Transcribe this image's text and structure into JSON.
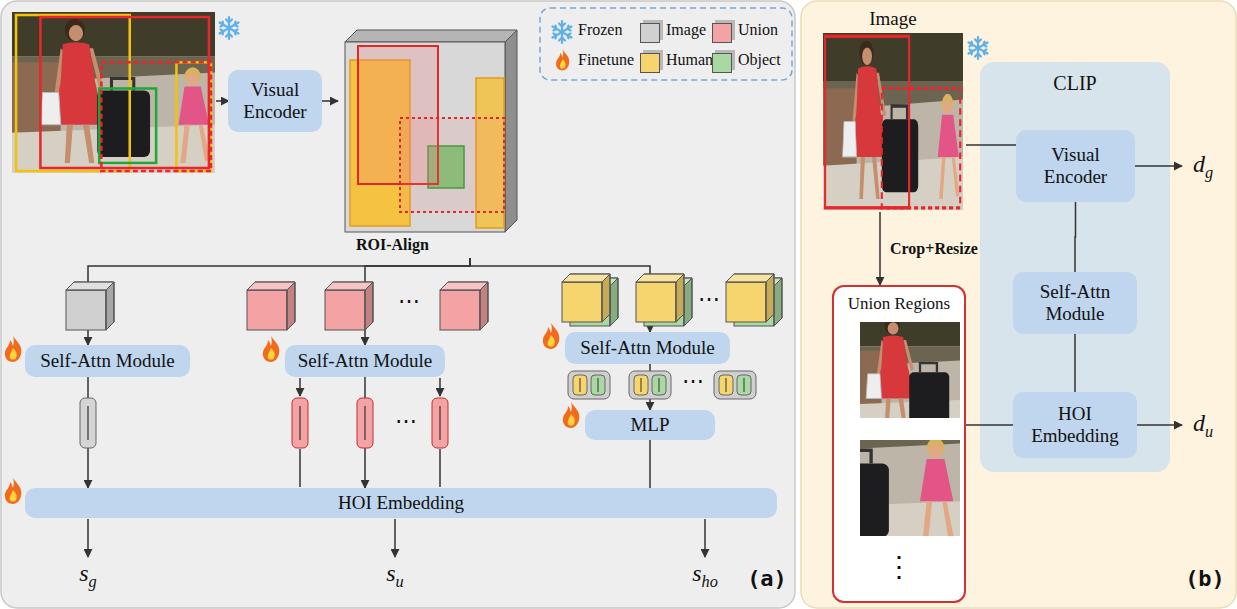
{
  "diagram": {
    "nodes": [
      {
        "text": [
          "(a)"
        ]
      },
      {
        "text": [
          "Visual Encoder"
        ],
        "in": 0
      },
      {
        "text": [
          "ROI-Align"
        ],
        "in": 0
      },
      {
        "text": [
          "Self-Attn Module"
        ],
        "in": 0
      },
      {
        "text": [
          "Self-Attn Module"
        ],
        "in": 0
      },
      {
        "text": [
          "Self-Attn Module"
        ],
        "in": 0
      },
      {
        "text": [
          "MLP"
        ],
        "in": 0
      },
      {
        "text": [
          "HOI Embedding"
        ],
        "in": 0
      },
      {
        "text": [
          "(b)"
        ]
      },
      {
        "text": [
          "Image"
        ],
        "in": 8
      },
      {
        "text": [
          "CLIP"
        ],
        "in": 8
      },
      {
        "text": [
          "Visual Encoder"
        ],
        "in": 10
      },
      {
        "text": [
          "Self-Attn Module"
        ],
        "in": 10
      },
      {
        "text": [
          "HOI Embedding"
        ],
        "in": 10
      },
      {
        "text": [
          "Union Regions",
          "⋮"
        ],
        "in": 8
      }
    ],
    "edges": [
      {
        "from": 1,
        "to": 2,
        "arrow": "to"
      },
      {
        "from": 2,
        "to": 3,
        "arrow": "to"
      },
      {
        "from": 2,
        "to": 4,
        "arrow": "to"
      },
      {
        "from": 2,
        "to": 5,
        "arrow": "to"
      },
      {
        "from": 3,
        "to": 7,
        "arrow": "to"
      },
      {
        "from": 4,
        "to": 7,
        "arrow": "to"
      },
      {
        "from": 5,
        "to": 6,
        "arrow": "to"
      },
      {
        "from": 6,
        "to": 7,
        "arrow": "none"
      },
      {
        "from": 9,
        "to": 11,
        "arrow": "none"
      },
      {
        "from": 9,
        "to": 14,
        "arrow": "to",
        "label": "Crop+Resize"
      },
      {
        "from": 14,
        "to": 13,
        "arrow": "none"
      },
      {
        "from": 11,
        "to": 12,
        "arrow": "none"
      },
      {
        "from": 12,
        "to": 13,
        "arrow": "none"
      }
    ],
    "labels": [
      "⋯",
      "⋯",
      "⋯",
      "⋯",
      "sg",
      "su",
      "sho",
      "dg",
      "du"
    ],
    "legend": [
      {
        "text": "Frozen"
      },
      {
        "text": "Image",
        "color": "#d0d0d0"
      },
      {
        "text": "Union",
        "color": "#f3a3a3"
      },
      {
        "text": "Finetune"
      },
      {
        "text": "Human",
        "color": "#f7d56e"
      },
      {
        "text": "Object",
        "color": "#a9d8a2"
      }
    ]
  }
}
